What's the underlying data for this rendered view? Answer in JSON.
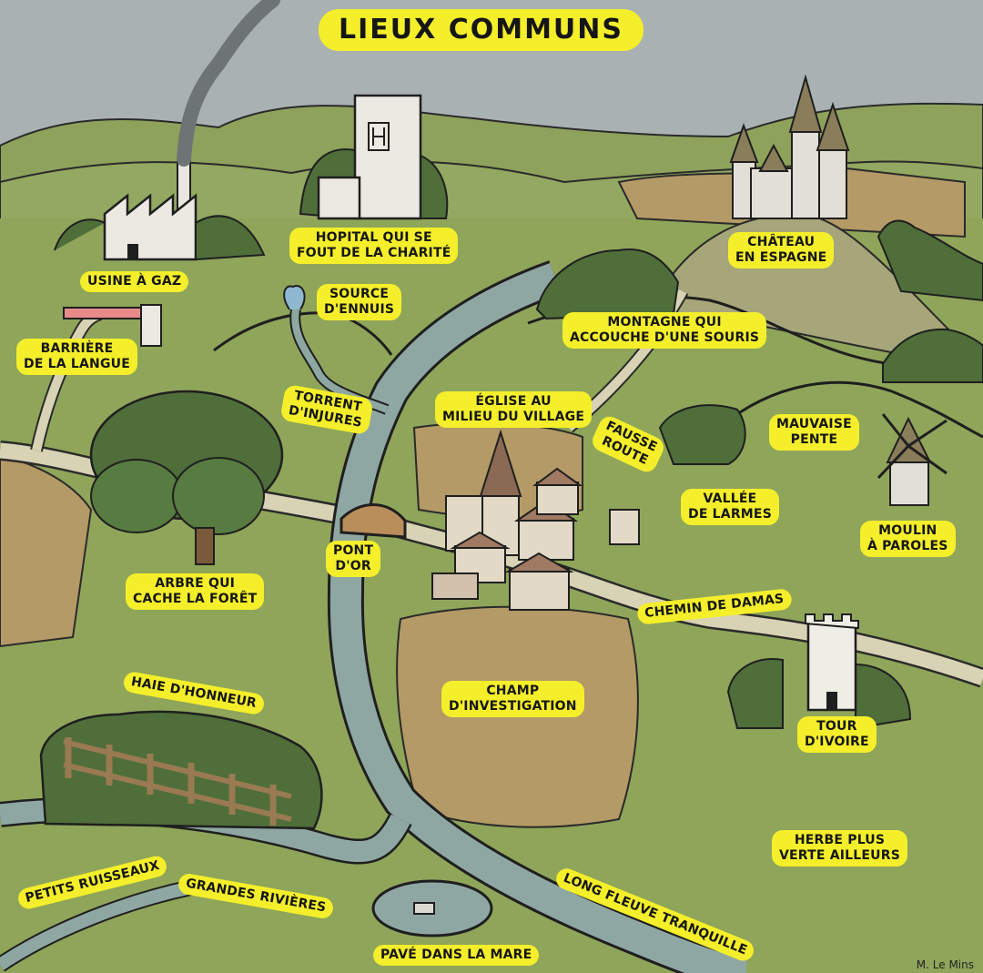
{
  "title": "Lieux communs",
  "signature": "M. Le Mins",
  "colors": {
    "sky": "#a9b1b3",
    "grass": "#8fa55a",
    "grass_light": "#9fb46a",
    "hill_dark": "#7f9651",
    "river": "#8fa7a3",
    "road": "#d8d3b4",
    "field": "#b49a66",
    "tree": "#4f6e3a",
    "label": "#f4ef2a"
  },
  "icons": [
    "factory-icon",
    "hospital-icon",
    "castle-icon",
    "church-icon",
    "windmill-icon",
    "ivory-tower-icon",
    "bridge-icon",
    "fence-icon",
    "pond-icon",
    "spring-icon",
    "barrier-icon"
  ],
  "places": {
    "usine": "Usine à gaz",
    "hopital": "Hopital qui se\nfout de la charité",
    "chateau": "Château\nen Espagne",
    "barriere": "Barrière\nde la langue",
    "source": "Source\nd'ennuis",
    "montagne": "Montagne qui\naccouche d'une souris",
    "torrent": "Torrent\nd'injures",
    "eglise": "Église au\nmilieu du village",
    "fausse_route": "Fausse\nroute",
    "mauvaise_pente": "Mauvaise\npente",
    "vallee": "Vallée\nde larmes",
    "moulin": "Moulin\nà paroles",
    "pont": "Pont\nd'or",
    "arbre": "Arbre qui\ncache la forêt",
    "chemin": "Chemin de Damas",
    "haie": "Haie d'honneur",
    "champ": "Champ\nd'investigation",
    "tour": "Tour\nd'ivoire",
    "herbe": "Herbe plus\nverte ailleurs",
    "fleuve": "Long fleuve tranquille",
    "ruisseaux": "Petits ruisseaux",
    "rivieres": "Grandes rivières",
    "pave": "Pavé dans la mare"
  }
}
